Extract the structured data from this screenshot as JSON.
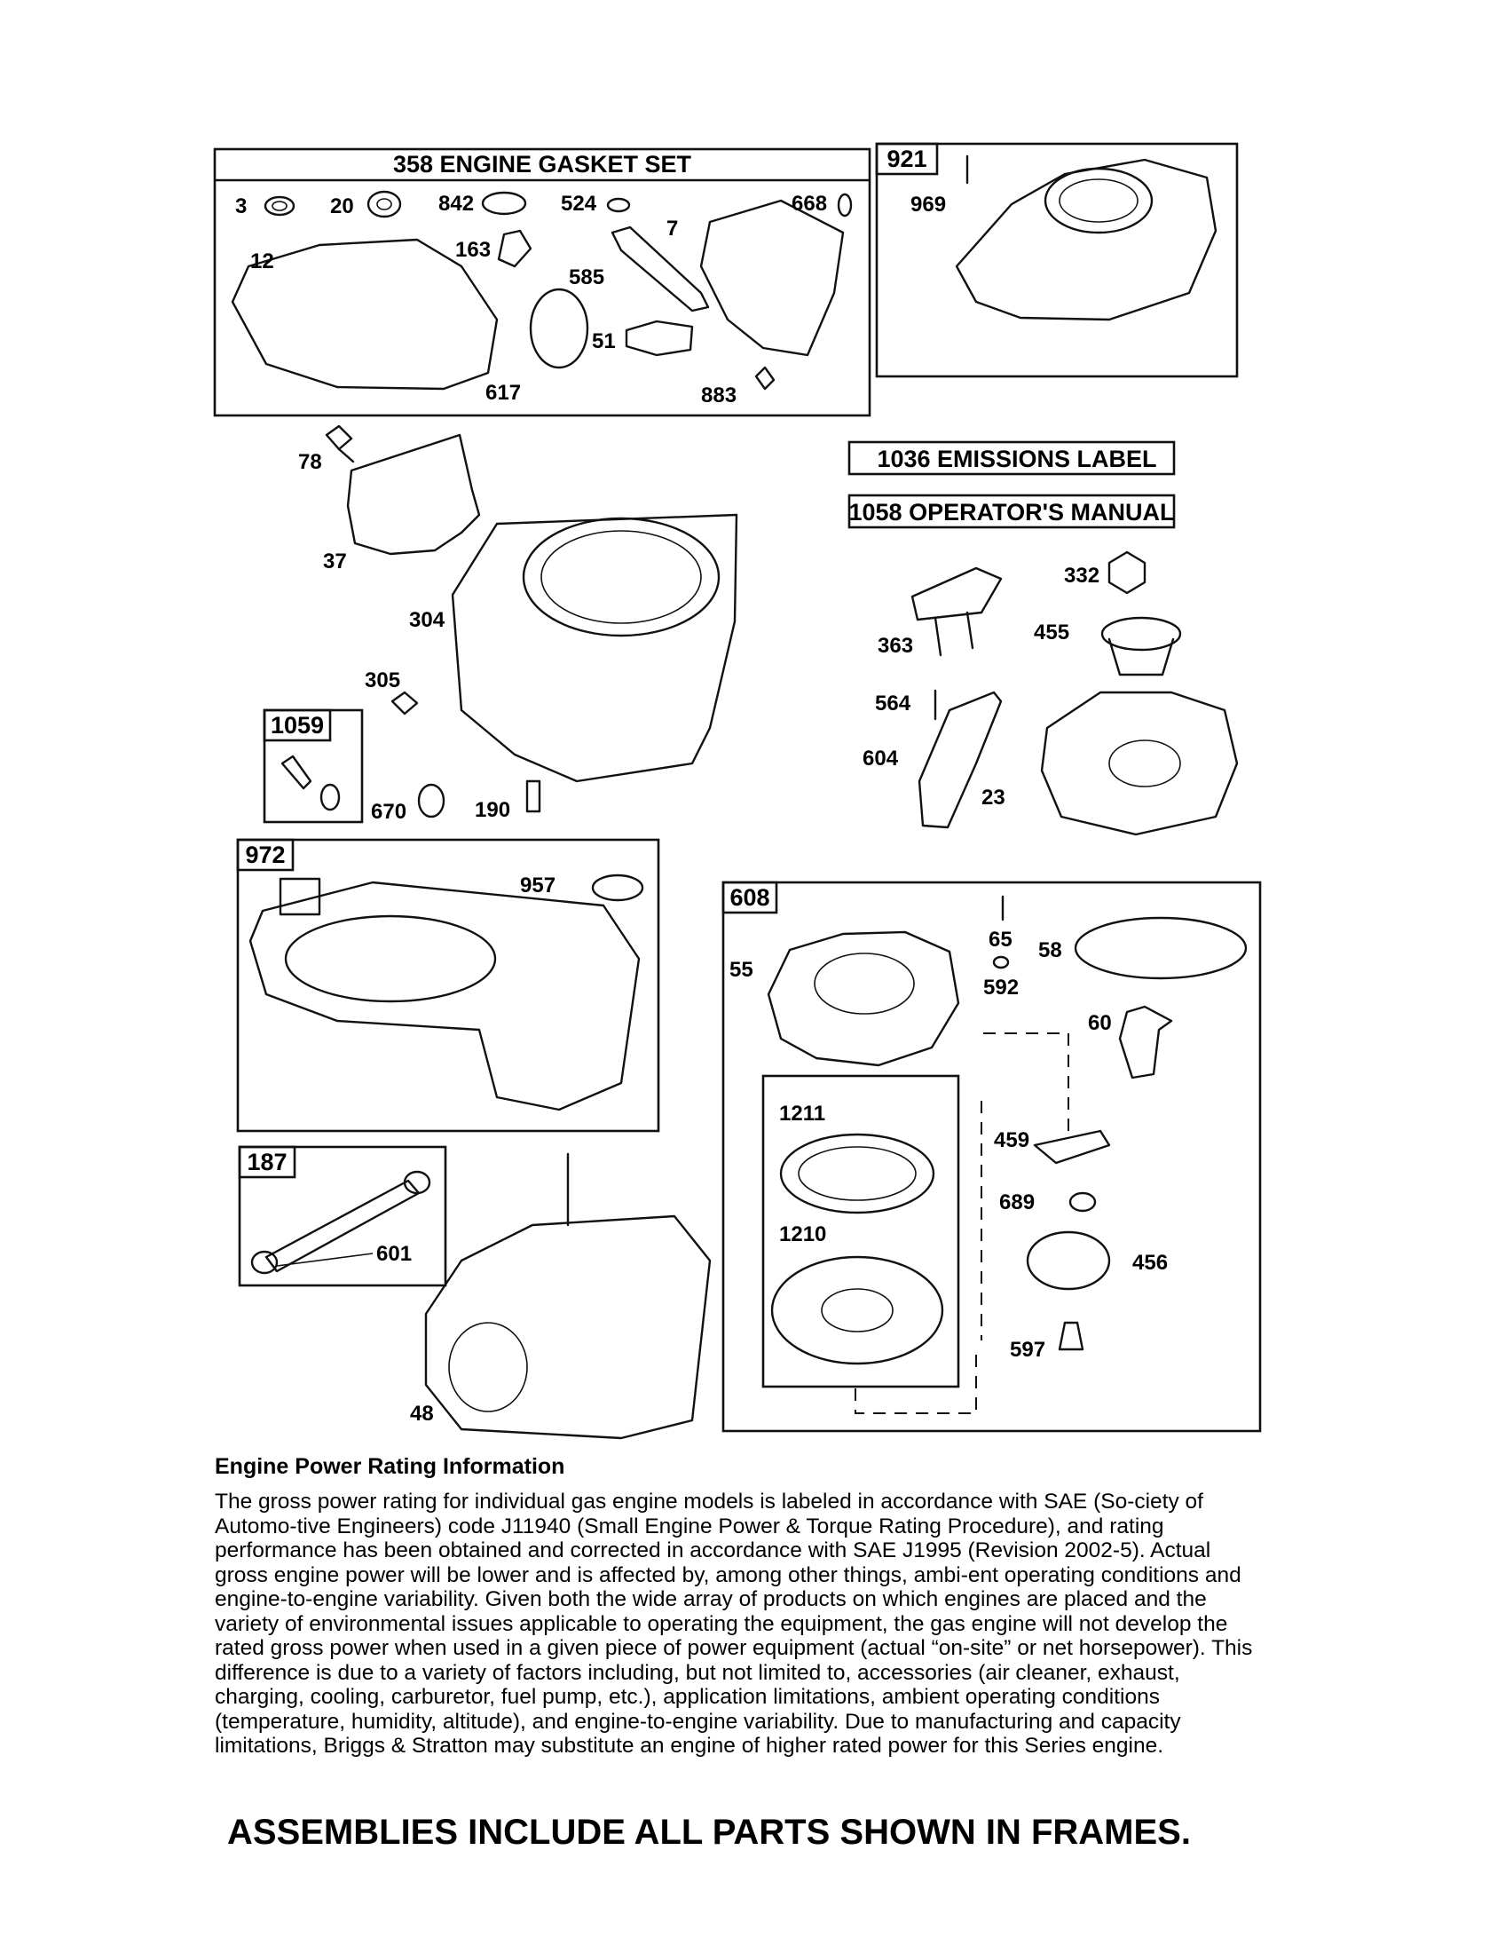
{
  "frames": {
    "gasket_set": "358 ENGINE GASKET SET",
    "blower_cover": "921",
    "emissions_label": "1036 EMISSIONS LABEL",
    "operators_manual": "1058 OPERATOR'S MANUAL",
    "kit_1059": "1059",
    "kit_972": "972",
    "kit_608": "608",
    "kit_187": "187"
  },
  "part_numbers": {
    "p3": "3",
    "p20": "20",
    "p842": "842",
    "p524": "524",
    "p668": "668",
    "p7": "7",
    "p12": "12",
    "p163": "163",
    "p585": "585",
    "p51": "51",
    "p617": "617",
    "p883": "883",
    "p969": "969",
    "p78": "78",
    "p37": "37",
    "p304": "304",
    "p305": "305",
    "p670": "670",
    "p190": "190",
    "p332": "332",
    "p455": "455",
    "p363": "363",
    "p564": "564",
    "p604": "604",
    "p23": "23",
    "p957": "957",
    "p55": "55",
    "p65": "65",
    "p592": "592",
    "p58": "58",
    "p60": "60",
    "p1211": "1211",
    "p1210": "1210",
    "p459": "459",
    "p689": "689",
    "p456": "456",
    "p597": "597",
    "p601": "601",
    "p48": "48"
  },
  "notes": {
    "title": "Engine Power Rating Information",
    "body": "The gross power rating for individual gas engine models is labeled in accordance with SAE (So-ciety of Automo-tive Engineers) code J11940 (Small Engine Power & Torque Rating Procedure), and rating performance has been obtained and corrected in accordance with SAE J1995 (Revision 2002-5). Actual gross engine power will be lower and is affected by, among other things, ambi-ent operating conditions and engine-to-engine variability. Given both the wide array of products on which engines are placed and the variety of environmental issues applicable to operating the equipment, the gas engine will not develop the rated gross power when used in a given piece of power equipment (actual “on-site” or net horsepower). This difference is due to a variety of factors including, but not limited to, accessories (air cleaner, exhaust, charging, cooling, carburetor, fuel pump, etc.), application limitations, ambient operating conditions (temperature, humidity, altitude), and engine-to-engine variability. Due to manufacturing and capacity limitations, Briggs & Stratton may substitute an engine of higher rated power for this Series engine."
  },
  "footer": "ASSEMBLIES INCLUDE ALL PARTS SHOWN IN FRAMES."
}
